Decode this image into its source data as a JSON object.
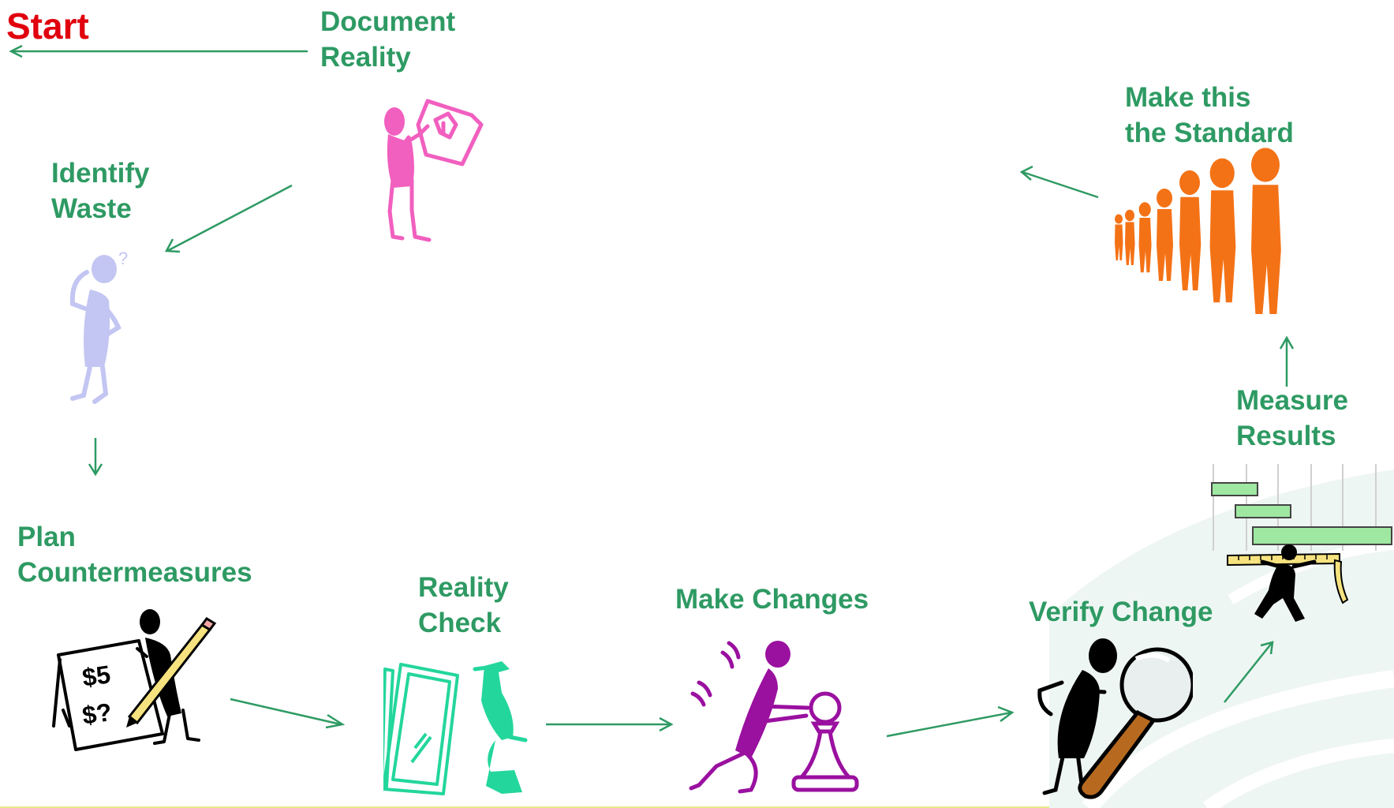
{
  "labels": {
    "start": "Start",
    "document_reality": [
      "Document",
      "Reality"
    ],
    "identify_waste": [
      "Identify",
      "Waste"
    ],
    "plan_countermeasures": [
      "Plan",
      "Countermeasures"
    ],
    "reality_check": [
      "Reality",
      "Check"
    ],
    "make_changes": "Make Changes",
    "verify_change": "Verify Change",
    "measure_results": [
      "Measure",
      "Results"
    ],
    "make_standard": [
      "Make this",
      "the Standard"
    ]
  },
  "figure_notes": {
    "plan_sign_top": "$5",
    "plan_sign_bottom": "$?"
  },
  "colors": {
    "step_label": "#2e9a63",
    "start_label": "#e0000e",
    "arrow": "#2e9a63",
    "document_figure": "#f15fbf",
    "identify_figure": "#c3c6f2",
    "reality_figure": "#23d69c",
    "changes_figure": "#9a109f",
    "standard_figure": "#f47216",
    "results_bar": "#9fe8a2",
    "background_swoosh": "#eef6f3"
  }
}
